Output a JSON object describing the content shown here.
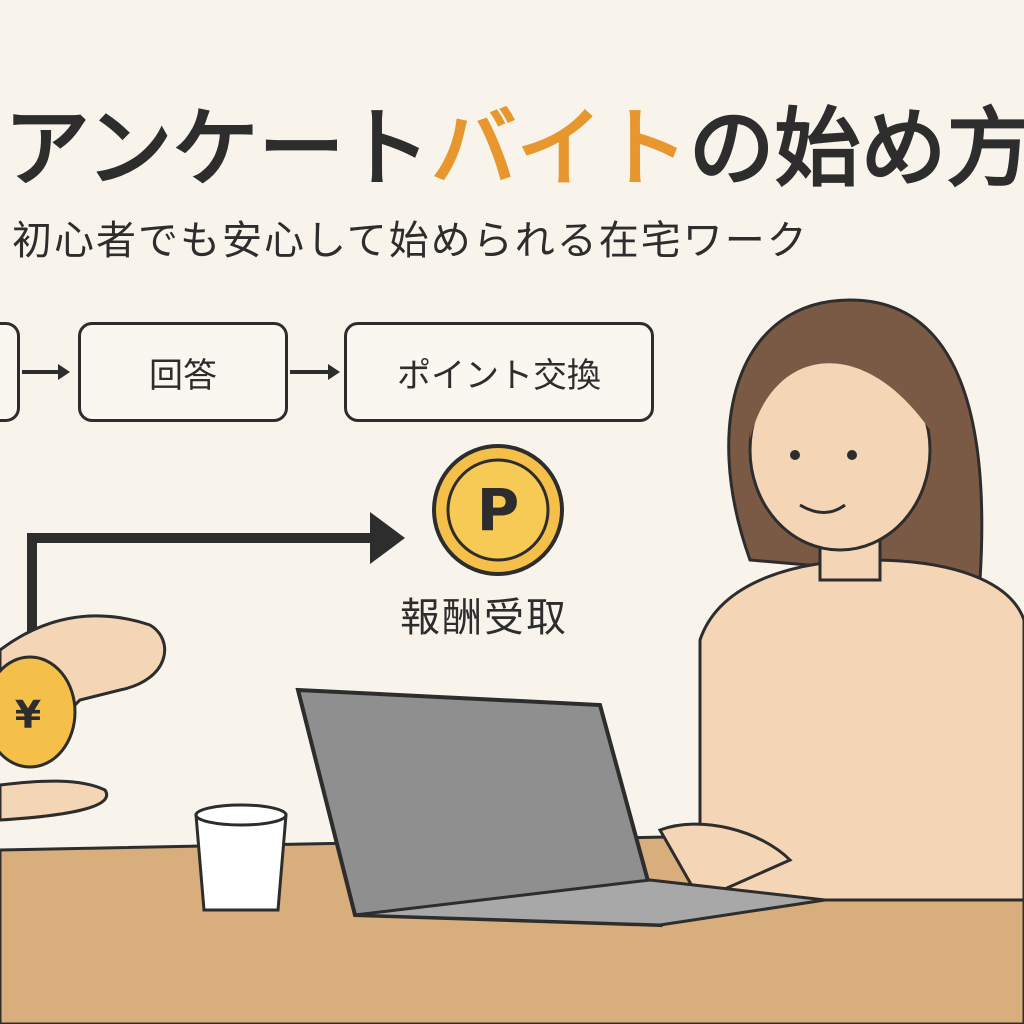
{
  "title": {
    "prefix": "アンケート",
    "accent": "バイト",
    "suffix": "の始め方"
  },
  "subtitle": "初心者でも安心して始められる在宅ワーク",
  "flow": {
    "step2": "回答",
    "step3": "ポイント交換"
  },
  "reward_label": "報酬受取",
  "coin_point_symbol": "P",
  "coin_yen_symbol": "¥",
  "colors": {
    "accent": "#e8962e",
    "background": "#f8f4eb",
    "table": "#d7ae7c",
    "coin": "#f5c04a"
  }
}
